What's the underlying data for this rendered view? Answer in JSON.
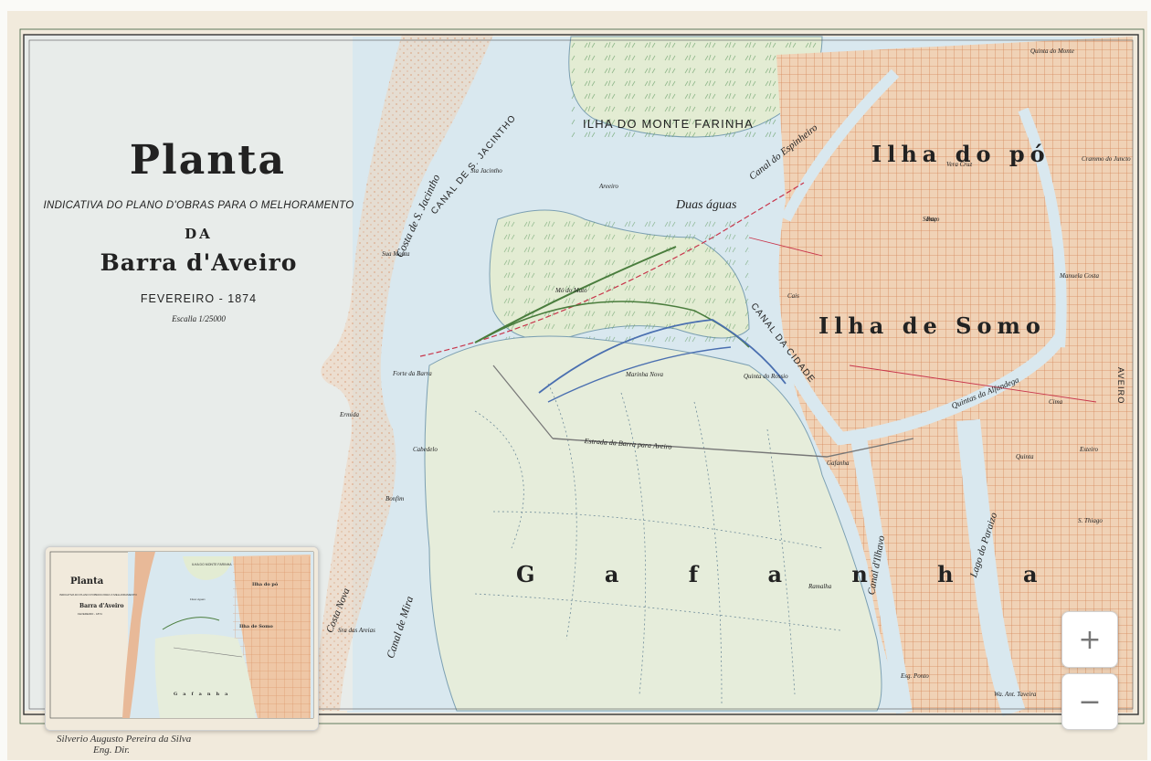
{
  "title": {
    "planta": "Planta",
    "indicativa": "INDICATIVA DO PLANO D'OBRAS PARA O MELHORAMENTO",
    "da": "DA",
    "barra": "Barra d'Aveiro",
    "date": "FEVEREIRO - 1874",
    "scale": "Escalla 1/25000"
  },
  "labels": {
    "ilha_monte_farinha": "ILHA DO MONTE FARINHA",
    "ilha_do_po": "Ilha do pó",
    "ilha_de_somo": "Ilha de Somo",
    "gafanha": "G a f a n h a",
    "duas_aguas": "Duas águas",
    "canal_s_jacintho": "CANAL DE S. JACINTHO",
    "canal_espinheiro": "Canal do Espinheiro",
    "canal_cidade": "CANAL DA CIDADE",
    "costa_s_jacintho": "Costa de S. Jacintho",
    "costa_nova": "Costa Nova",
    "canal_mira": "Canal de Mira",
    "canal_ilhavo": "Canal d'Ilhavo",
    "lago_paraizo": "Lago do Paraizo",
    "quintas_alfandega": "Quintas da Alfandega",
    "estrada": "Estrada da Barra para Aveiro",
    "aveiro": "AVEIRO",
    "villa_monte": "Quinta do Monte",
    "crammo": "Crammo do Juncto",
    "areeiro": "Areeiro",
    "marinha": "Marinha Nova",
    "cais": "Cais",
    "moinho": "Mó do Mato",
    "sta_thiago": "S. Thiago",
    "ramalha": "Ramalha",
    "pao": "Paço",
    "cima": "Cima",
    "mauela": "Manuela Costa",
    "estanca": "Esteiro",
    "forte": "Forte da Barra",
    "rossio": "Quinta do Rossio",
    "ermida": "Ermida",
    "jacintho_small": "Sta Jacintho",
    "monte": "Sua Monta",
    "cabedelo": "Cabedelo",
    "gafanha_small": "Gafanha",
    "senhora": "Sra das Areias",
    "bonjeu": "Bonfim",
    "canal_m": "Esg. Ponto",
    "sante": "Sante",
    "vera": "Vera Cruz",
    "quinta": "Quinta",
    "taveira": "Wa. Ant. Taveira"
  },
  "signature": {
    "line1": "Silverio Augusto Pereira da Silva",
    "line2": "Eng. Dir."
  },
  "controls": {
    "zoom_in": "+",
    "zoom_out": "−"
  },
  "overview": {
    "t1": "Planta",
    "t2": "INDICATIVA DO PLANO D'OBRAS PARA O MELHORAMENTO",
    "t3": "Barra d'Aveiro",
    "t4": "FEVEREIRO - 1874"
  },
  "colors": {
    "paper": "#f1eadc",
    "water": "#d9e8ef",
    "sand": "#eed3b9",
    "land_green": "#e3ecd3",
    "town": "#e9b58c",
    "ink": "#222222",
    "red": "#c8354b",
    "green": "#4a7d3d",
    "blue": "#4a6fb0"
  }
}
